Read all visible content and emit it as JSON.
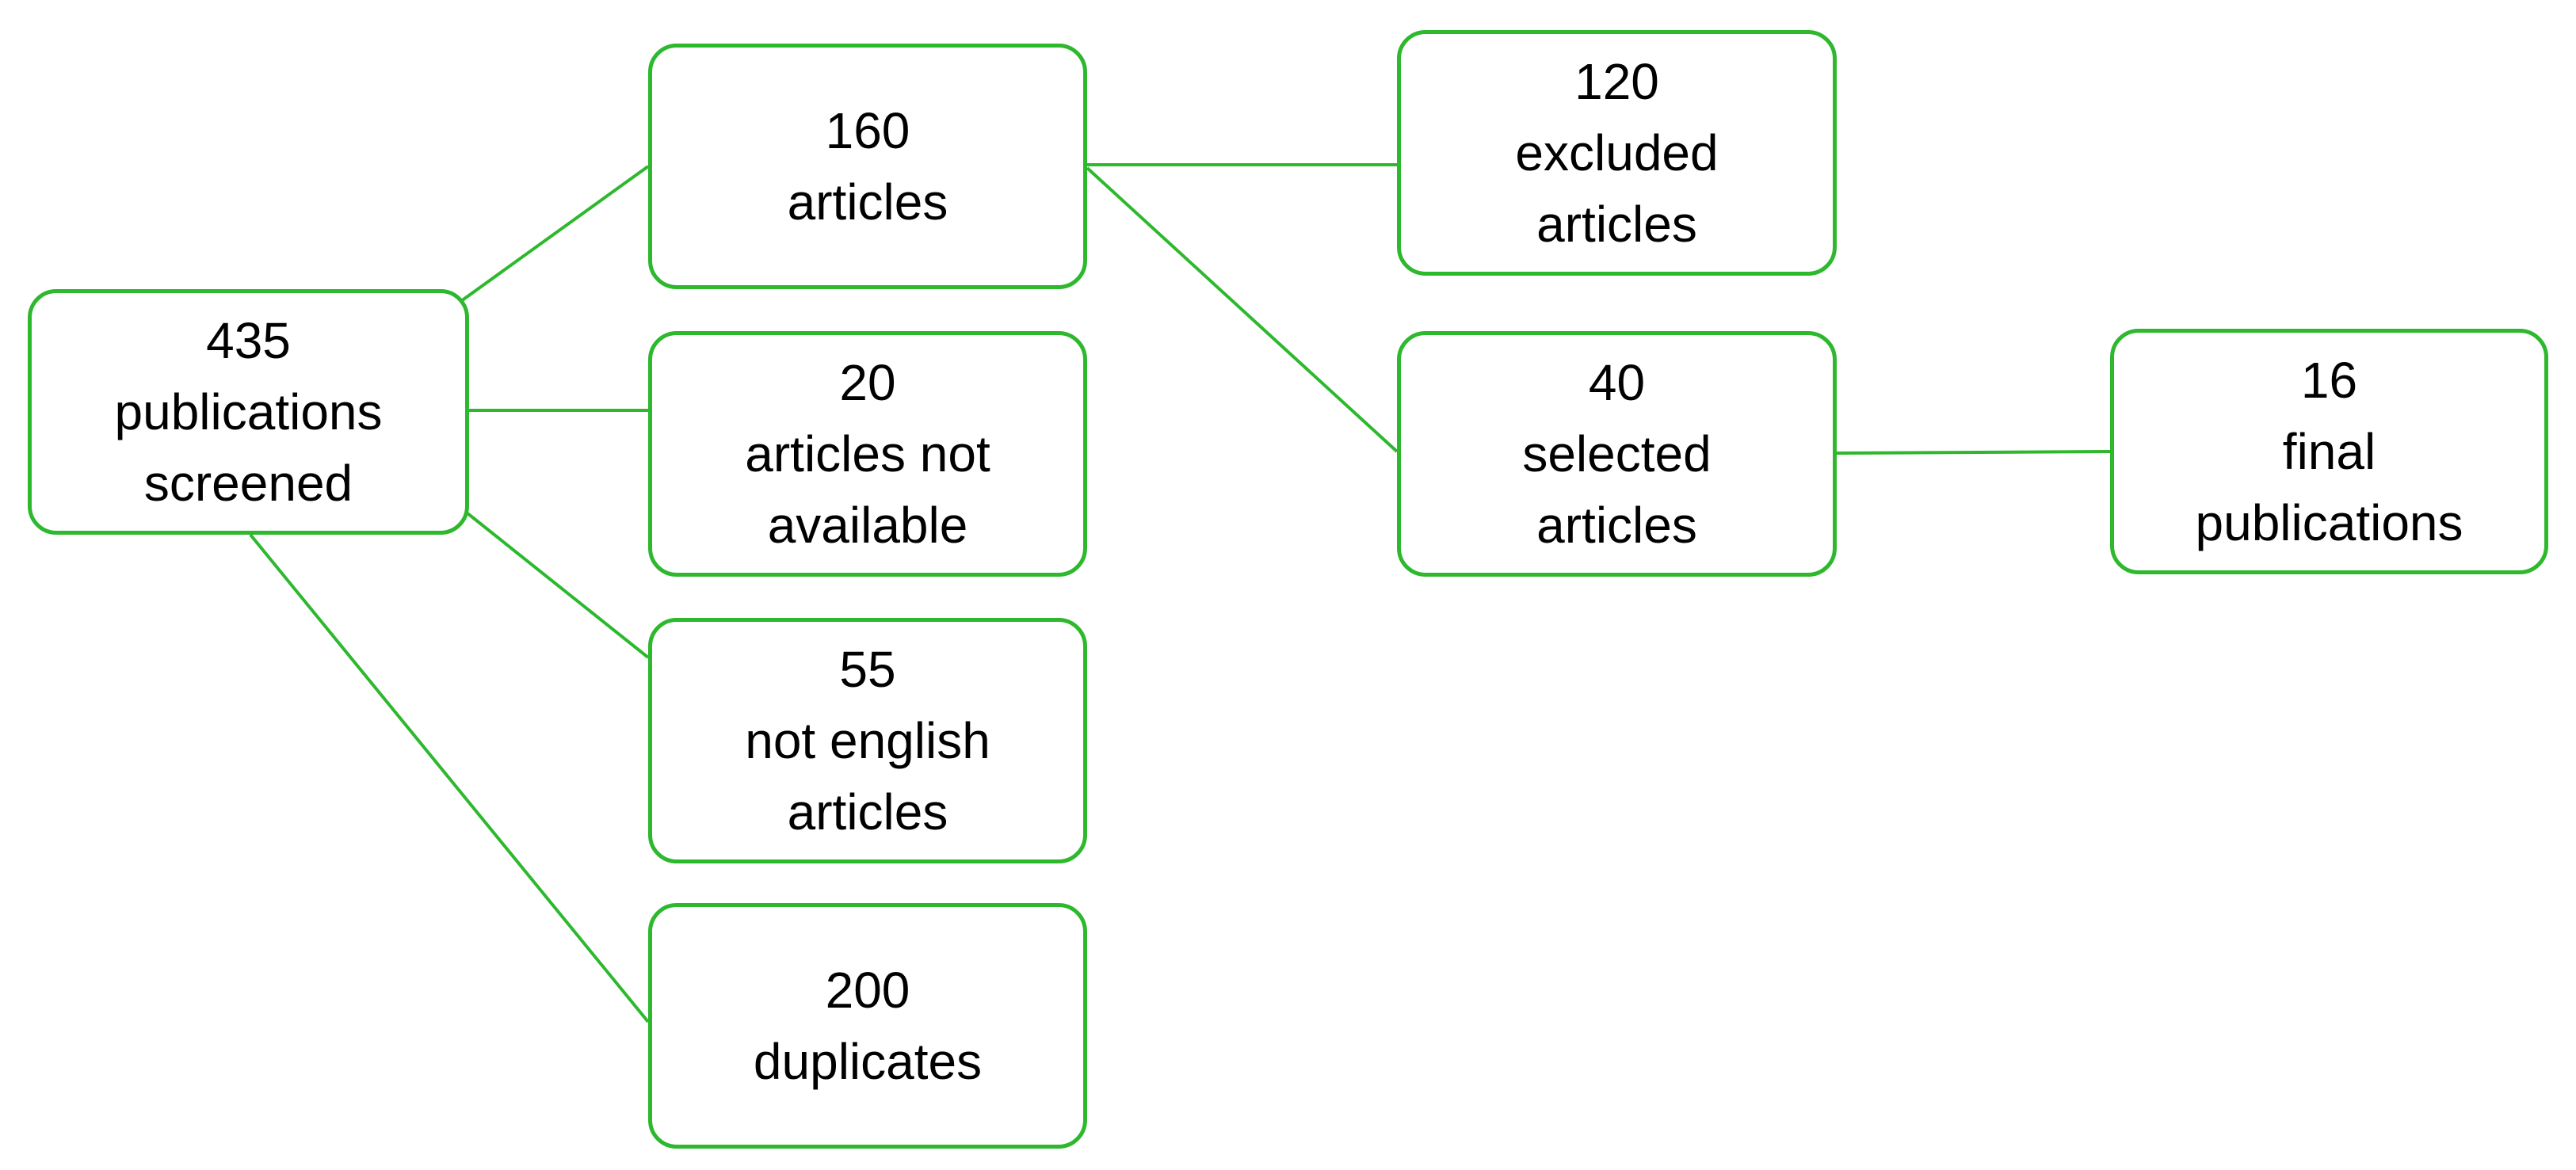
{
  "diagram": {
    "type": "flowchart",
    "accent_color": "#2db82d",
    "nodes": {
      "screened": {
        "lines": [
          "435",
          "publications",
          "screened"
        ]
      },
      "articles": {
        "lines": [
          "160",
          "articles"
        ]
      },
      "not_available": {
        "lines": [
          "20",
          "articles not",
          "available"
        ]
      },
      "not_english": {
        "lines": [
          "55",
          "not english",
          "articles"
        ]
      },
      "duplicates": {
        "lines": [
          "200",
          "duplicates"
        ]
      },
      "excluded": {
        "lines": [
          "120",
          "excluded",
          "articles"
        ]
      },
      "selected": {
        "lines": [
          "40",
          "selected",
          "articles"
        ]
      },
      "final": {
        "lines": [
          "16",
          "final",
          "publications"
        ]
      }
    },
    "edges": [
      {
        "from": "screened",
        "to": "articles"
      },
      {
        "from": "screened",
        "to": "not_available"
      },
      {
        "from": "screened",
        "to": "not_english"
      },
      {
        "from": "screened",
        "to": "duplicates"
      },
      {
        "from": "articles",
        "to": "excluded"
      },
      {
        "from": "articles",
        "to": "selected"
      },
      {
        "from": "selected",
        "to": "final"
      }
    ]
  }
}
